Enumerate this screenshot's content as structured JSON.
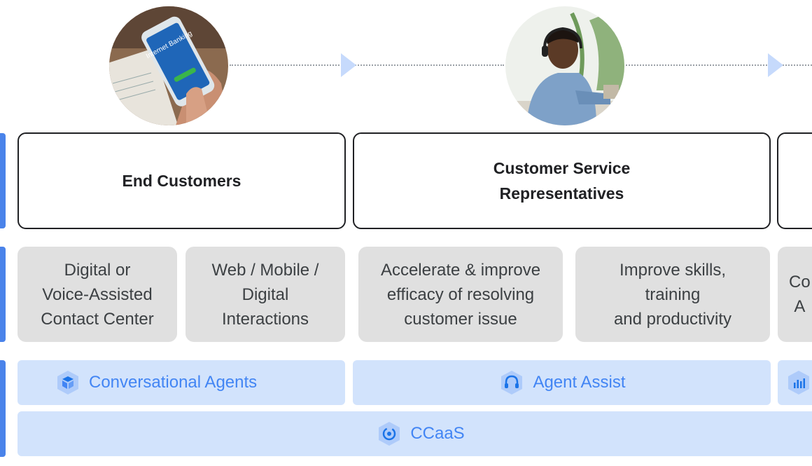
{
  "personas": [
    {
      "label": "End Customers"
    },
    {
      "label": "Customer Service\nRepresentatives"
    },
    {
      "label": ""
    }
  ],
  "needs": [
    {
      "label": "Digital or\nVoice-Assisted\nContact Center"
    },
    {
      "label": "Web / Mobile /\nDigital\nInteractions"
    },
    {
      "label": "Accelerate & improve\nefficacy of resolving\ncustomer issue"
    },
    {
      "label": "Improve skills,\ntraining\nand productivity"
    },
    {
      "label": "Co\nA"
    }
  ],
  "products": [
    {
      "label": "Conversational Agents",
      "icon": "conversational-agents-icon"
    },
    {
      "label": "Agent Assist",
      "icon": "headset-icon"
    },
    {
      "label": "",
      "icon": "insights-icon"
    },
    {
      "label": "CCaaS",
      "icon": "ccaas-icon"
    }
  ],
  "photos": [
    {
      "icon": "internet-banking-phone-photo",
      "screen_text": "Internet Banking"
    },
    {
      "icon": "customer-service-agent-photo"
    }
  ],
  "colors": {
    "accent": "#4a83ea",
    "need_bg": "#e0e0e0",
    "product_bg": "#d2e3fc",
    "product_text": "#4285f4",
    "arrow": "#c6dafc"
  }
}
